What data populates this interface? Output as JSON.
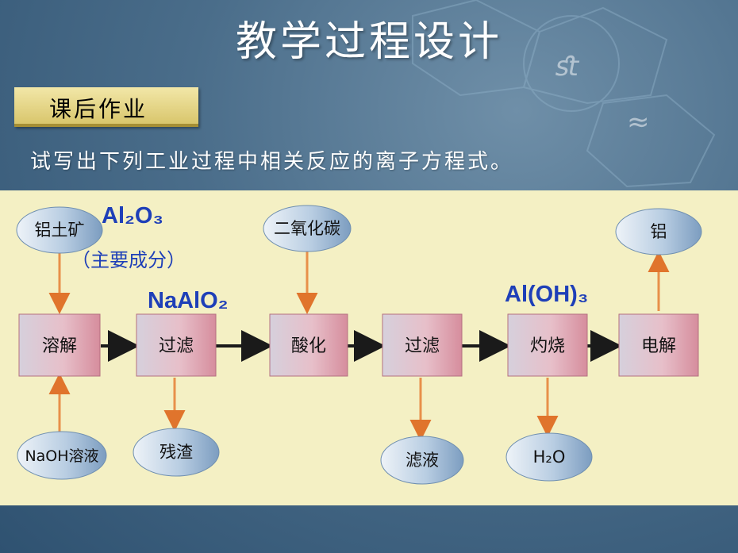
{
  "title": "教学过程设计",
  "tag_label": "课后作业",
  "instruction": "试写出下列工业过程中相关反应的离子方程式。",
  "diagram": {
    "steps": [
      "溶解",
      "过滤",
      "酸化",
      "过滤",
      "灼烧",
      "电解"
    ],
    "inputs": {
      "bauxite": "铝土矿",
      "co2": "二氧化碳",
      "aluminum": "铝",
      "naoh": "NaOH溶液",
      "residue": "残渣",
      "filtrate": "滤液",
      "water": "H₂O"
    },
    "annotations": {
      "al2o3": "Al₂O₃",
      "main_component": "（主要成分）",
      "naalo2": "NaAlO₂",
      "aloh3": "Al(OH)₃"
    }
  },
  "colors": {
    "box_fill": "#e8c0c8",
    "oval_fill": "#b0c6dd",
    "arrow_vertical": "#e8904a",
    "arrow_horizontal": "#1a1a1a",
    "formula_text": "#1e3fb8",
    "panel_bg": "#f4f0c4"
  }
}
